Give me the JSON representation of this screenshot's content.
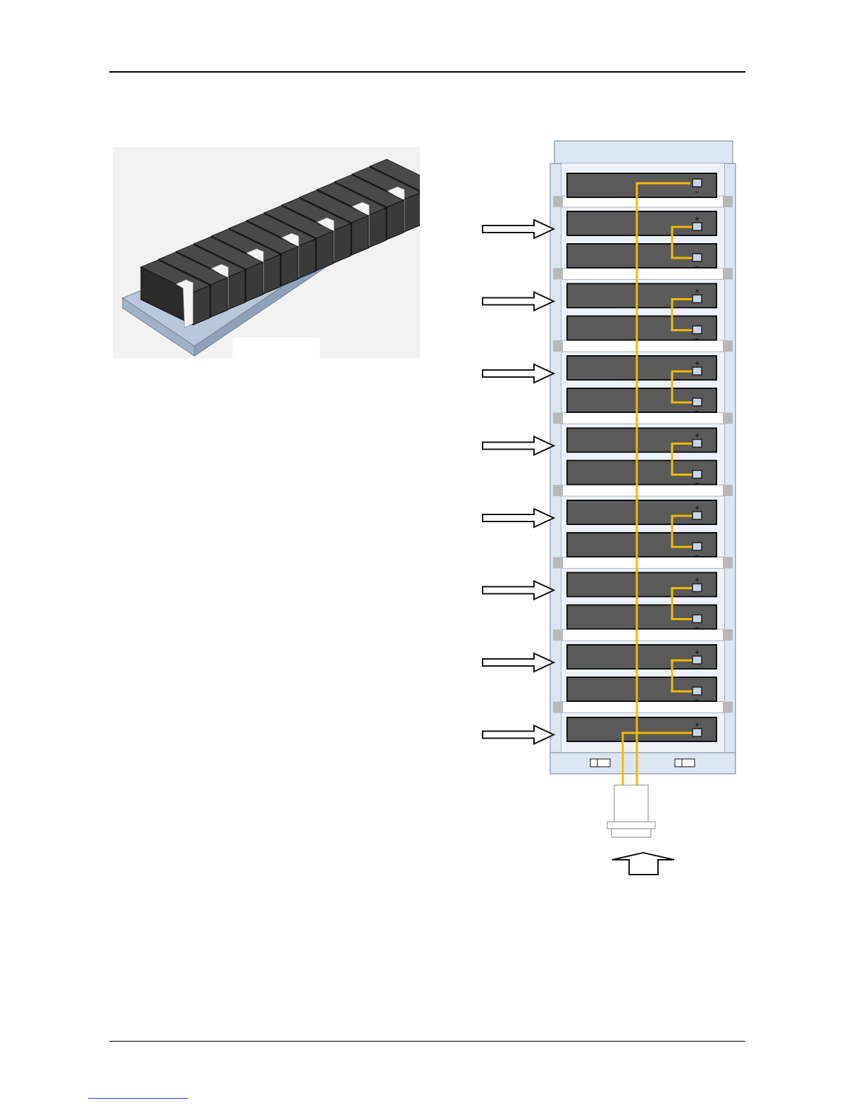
{
  "figures": {
    "tray": {
      "icon": "battery-tray-icon",
      "battery_count": 14
    },
    "rack": {
      "icon": "battery-rack-icon",
      "tray_count": 8,
      "batteries_per_tray": 2,
      "terminal_symbols": {
        "positive": "+",
        "negative": "−"
      },
      "wire_color": "#f5b800",
      "battery_color": "#5a5a5a",
      "frame_color": "#dce6f2",
      "connector_icon": "cable-connector-icon",
      "insert_arrow_icon": "right-arrow-icon",
      "up_arrow_icon": "up-arrow-icon"
    }
  }
}
